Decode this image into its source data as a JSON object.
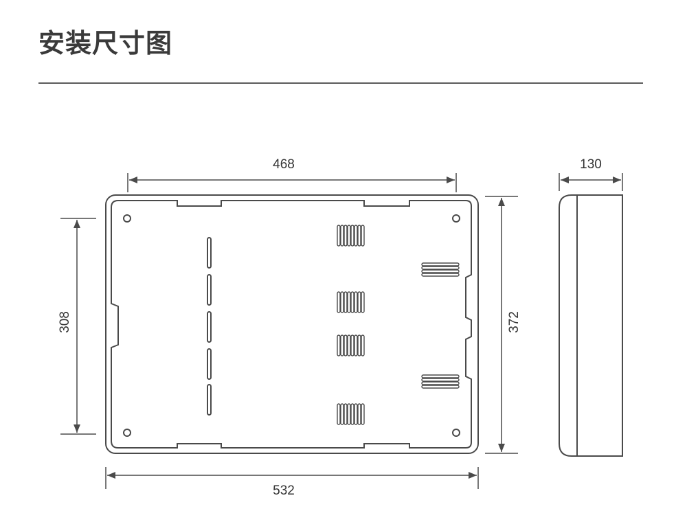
{
  "title": "安装尺寸图",
  "dimensions": {
    "inner_width": "468",
    "outer_width": "532",
    "inner_height": "308",
    "outer_height": "372",
    "depth": "130"
  },
  "colors": {
    "line": "#4a4a4a",
    "text": "#333333",
    "rule": "#5a5a5a"
  }
}
